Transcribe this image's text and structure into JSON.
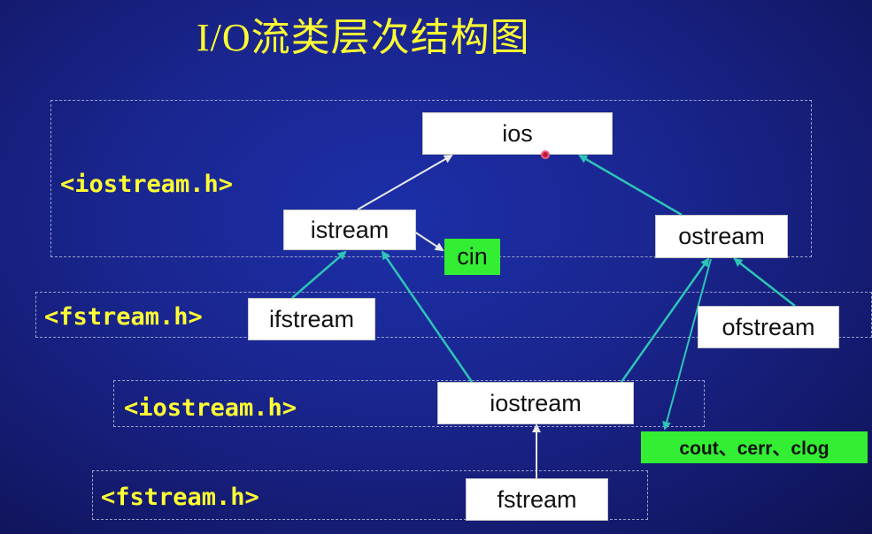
{
  "title": "I/O流类层次结构图",
  "headers": {
    "h1": "<iostream.h>",
    "h2": "<fstream.h>",
    "h3": "<iostream.h>",
    "h4": "<fstream.h>"
  },
  "classes": {
    "ios": "ios",
    "istream": "istream",
    "ostream": "ostream",
    "ifstream": "ifstream",
    "ofstream": "ofstream",
    "iostream": "iostream",
    "fstream": "fstream"
  },
  "objects": {
    "cin": "cin",
    "cout_group": "cout、cerr、clog"
  },
  "colors": {
    "title": "#ffff33",
    "header_label": "#ffff33",
    "arrow_teal": "#2ec4b6",
    "arrow_light": "#e8e8e8",
    "object_box": "#33ee33"
  }
}
